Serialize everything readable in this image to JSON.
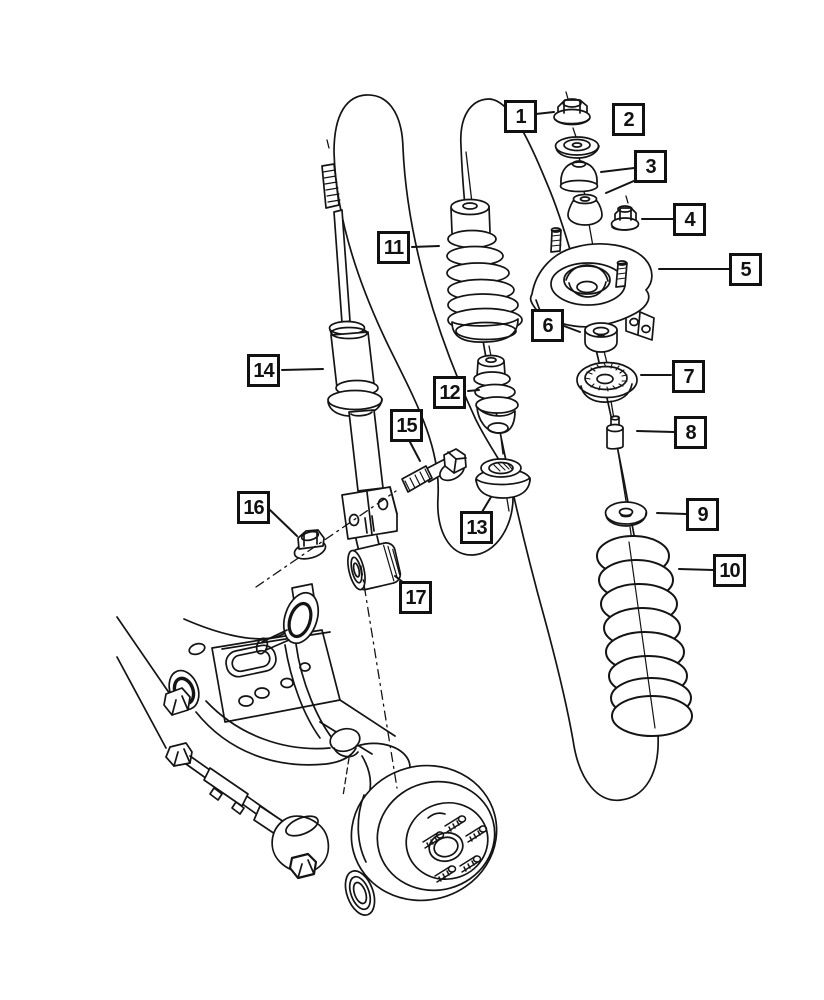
{
  "figure": {
    "kind": "exploded-parts-diagram",
    "subject": "front-shock-coil-spring-and-knuckle",
    "background_color": "#ffffff",
    "line_color": "#141414",
    "callout_box_color": "#ffffff",
    "callout_border_color": "#111111"
  },
  "callouts": [
    {
      "label": "1",
      "part": "strut-rod-nut"
    },
    {
      "label": "2",
      "part": "retainer-washer"
    },
    {
      "label": "3",
      "part": "grommet-bushings"
    },
    {
      "label": "4",
      "part": "mount-stud-nut"
    },
    {
      "label": "5",
      "part": "shock-upper-mount-bracket"
    },
    {
      "label": "6",
      "part": "isolator-sleeve-bearing"
    },
    {
      "label": "7",
      "part": "upper-spring-seat-bearing"
    },
    {
      "label": "8",
      "part": "spacer-bumper"
    },
    {
      "label": "9",
      "part": "spring-retainer-washer"
    },
    {
      "label": "10",
      "part": "coil-spring"
    },
    {
      "label": "11",
      "part": "dust-boot-shield"
    },
    {
      "label": "12",
      "part": "jounce-bumper"
    },
    {
      "label": "13",
      "part": "lower-spring-isolator"
    },
    {
      "label": "14",
      "part": "shock-absorber"
    },
    {
      "label": "15",
      "part": "clevis-bolt"
    },
    {
      "label": "16",
      "part": "clevis-nut"
    },
    {
      "label": "17",
      "part": "control-arm-bushing"
    }
  ]
}
